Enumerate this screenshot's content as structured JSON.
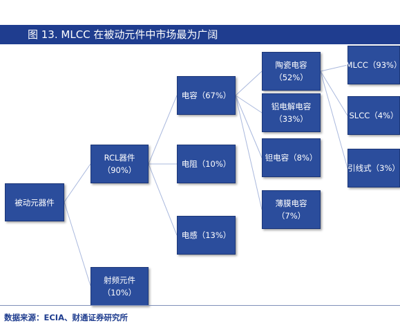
{
  "title": "图 13. MLCC 在被动元件中市场最为广阔",
  "source": "数据来源：ECIA、财通证券研究所",
  "colors": {
    "title_bar": "#1f3d8f",
    "node_fill": "#2b4d9c",
    "connector": "#a9b8dd"
  },
  "nodes": {
    "passive": {
      "line1": "被动元器件",
      "line2": ""
    },
    "rcl": {
      "line1": "RCL器件",
      "line2": "（90%）"
    },
    "rf": {
      "line1": "射频元件",
      "line2": "（10%）"
    },
    "capacitor": {
      "line1": "电容（67%）",
      "line2": ""
    },
    "resistor": {
      "line1": "电阻（10%）",
      "line2": ""
    },
    "inductor": {
      "line1": "电感（13%）",
      "line2": ""
    },
    "ceramic": {
      "line1": "陶瓷电容",
      "line2": "（52%）"
    },
    "aluminum": {
      "line1": "铝电解电容",
      "line2": "（33%）"
    },
    "tantalum": {
      "line1": "钽电容（8%）",
      "line2": ""
    },
    "film": {
      "line1": "薄膜电容",
      "line2": "（7%）"
    },
    "mlcc": {
      "line1": "MLCC（93%）",
      "line2": ""
    },
    "slcc": {
      "line1": "SLCC（4%）",
      "line2": ""
    },
    "leaded": {
      "line1": "引线式（3%）",
      "line2": ""
    }
  }
}
